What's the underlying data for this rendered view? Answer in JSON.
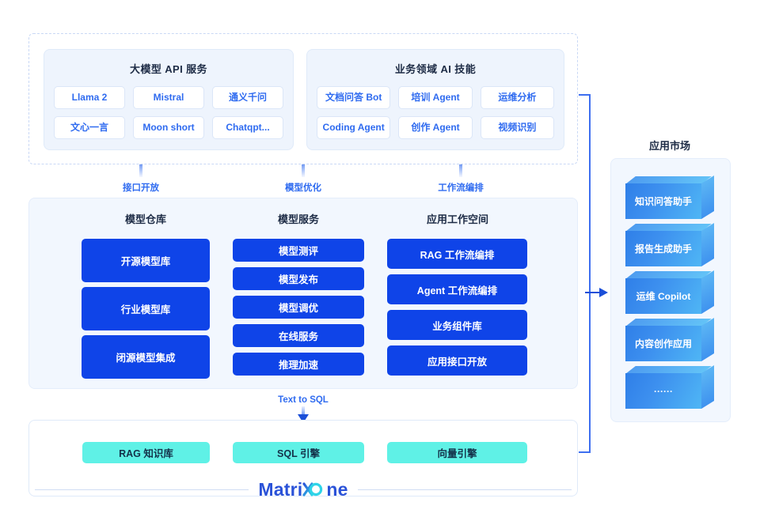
{
  "top_section": {
    "cards": [
      {
        "title": "大模型 API 服务",
        "chips": [
          "Llama 2",
          "Mistral",
          "通义千问",
          "文心一言",
          "Moon short",
          "Chatqpt..."
        ]
      },
      {
        "title": "业务领域 AI 技能",
        "chips": [
          "文档问答 Bot",
          "培训 Agent",
          "运维分析",
          "Coding Agent",
          "创作 Agent",
          "视频识别"
        ]
      }
    ]
  },
  "connectors": {
    "up_labels": [
      "接口开放",
      "模型优化",
      "工作流编排"
    ],
    "down_label": "Text to SQL"
  },
  "middle_section": {
    "columns": [
      {
        "title": "模型仓库",
        "items": [
          "开源模型库",
          "行业模型库",
          "闭源模型集成"
        ]
      },
      {
        "title": "模型服务",
        "items": [
          "模型测评",
          "模型发布",
          "模型调优",
          "在线服务",
          "推理加速"
        ]
      },
      {
        "title": "应用工作空间",
        "items": [
          "RAG 工作流编排",
          "Agent 工作流编排",
          "业务组件库",
          "应用接口开放"
        ]
      }
    ]
  },
  "bottom_section": {
    "items": [
      "RAG 知识库",
      "SQL 引擎",
      "向量引擎"
    ],
    "logo": {
      "part1": "Matri",
      "part2": "ne"
    }
  },
  "app_market": {
    "title": "应用市场",
    "apps": [
      "知识问答助手",
      "报告生成助手",
      "运维 Copilot",
      "内容创作应用",
      "······"
    ]
  },
  "colors": {
    "primary_blue": "#0f44e8",
    "accent_blue": "#2f6bf0",
    "teal": "#5ff1e6",
    "panel_bg": "#f2f7fe",
    "card_bg": "#eef4fd",
    "cube_start": "#2f7fe8",
    "cube_end": "#4fb6f5",
    "logo_blue": "#2a52d8",
    "logo_cyan": "#2fd4e8"
  }
}
